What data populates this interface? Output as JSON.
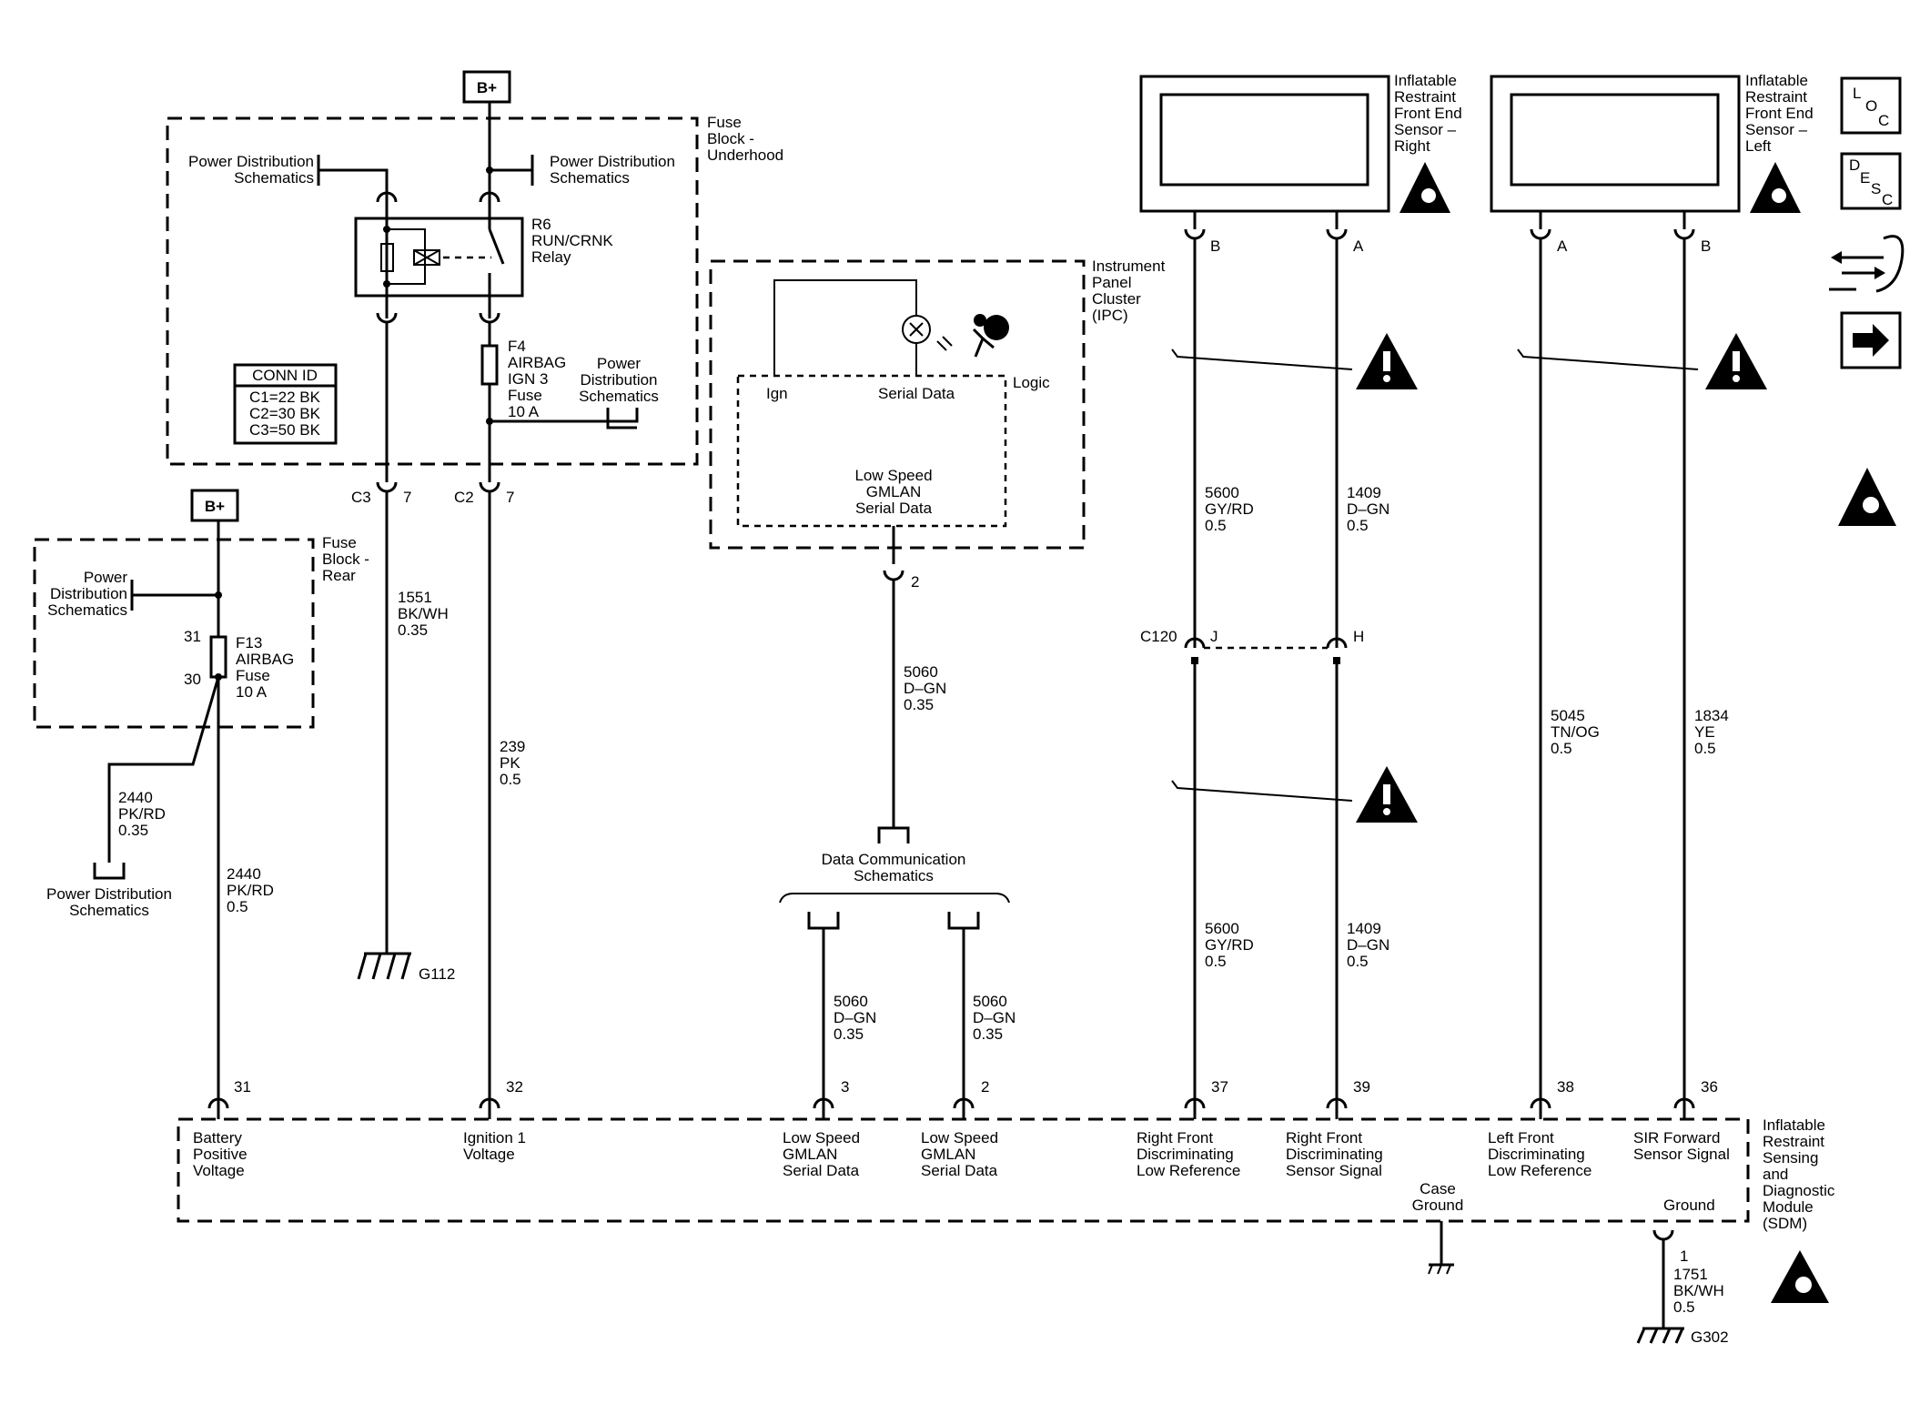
{
  "battery": {
    "label": "B+"
  },
  "fuse_block_underhood": {
    "title": [
      "Fuse",
      "Block -",
      "Underhood"
    ],
    "pds_left": [
      "Power Distribution",
      "Schematics"
    ],
    "pds_right": [
      "Power Distribution",
      "Schematics"
    ],
    "pds_lower": [
      "Power",
      "Distribution",
      "Schematics"
    ],
    "relay": [
      "R6",
      "RUN/CRNK",
      "Relay"
    ],
    "fuse": [
      "F4",
      "AIRBAG",
      "IGN 3",
      "Fuse",
      "10 A"
    ],
    "conn_id": {
      "header": "CONN ID",
      "rows": [
        "C1=22 BK",
        "C2=30 BK",
        "C3=50 BK"
      ]
    },
    "connector_c3": {
      "name": "C3",
      "pin": "7"
    },
    "connector_c2": {
      "name": "C2",
      "pin": "7"
    }
  },
  "fuse_block_rear": {
    "title": [
      "Fuse",
      "Block -",
      "Rear"
    ],
    "pds": [
      "Power",
      "Distribution",
      "Schematics"
    ],
    "fuse": [
      "F13",
      "AIRBAG",
      "Fuse",
      "10 A"
    ],
    "pin_in": "31",
    "pin_out": "30",
    "pds_bottom": [
      "Power Distribution",
      "Schematics"
    ]
  },
  "ipc": {
    "title": [
      "Instrument",
      "Panel",
      "Cluster",
      "(IPC)"
    ],
    "logic_label": "Logic",
    "ign_label": "Ign",
    "serial_label": "Serial Data",
    "module_label": [
      "Low Speed",
      "GMLAN",
      "Serial Data"
    ],
    "pin": "2"
  },
  "data_comm": {
    "label": [
      "Data Communication",
      "Schematics"
    ]
  },
  "sensor_right": {
    "title": [
      "Inflatable",
      "Restraint",
      "Front End",
      "Sensor –",
      "Right"
    ],
    "pin_b": "B",
    "pin_a": "A"
  },
  "sensor_left": {
    "title": [
      "Inflatable",
      "Restraint",
      "Front End",
      "Sensor –",
      "Left"
    ],
    "pin_a": "A",
    "pin_b": "B"
  },
  "inline_connector": {
    "name": "C120",
    "pin_j": "J",
    "pin_h": "H"
  },
  "wires": {
    "w_2440_upper": [
      "2440",
      "PK/RD",
      "0.35"
    ],
    "w_2440_lower": [
      "2440",
      "PK/RD",
      "0.5"
    ],
    "w_1551": [
      "1551",
      "BK/WH",
      "0.35"
    ],
    "w_239": [
      "239",
      "PK",
      "0.5"
    ],
    "w_5060_ipc": [
      "5060",
      "D–GN",
      "0.35"
    ],
    "w_5060_a": [
      "5060",
      "D–GN",
      "0.35"
    ],
    "w_5060_b": [
      "5060",
      "D–GN",
      "0.35"
    ],
    "w_5600_upper": [
      "5600",
      "GY/RD",
      "0.5"
    ],
    "w_1409_upper": [
      "1409",
      "D–GN",
      "0.5"
    ],
    "w_5600_lower": [
      "5600",
      "GY/RD",
      "0.5"
    ],
    "w_1409_lower": [
      "1409",
      "D–GN",
      "0.5"
    ],
    "w_5045": [
      "5045",
      "TN/OG",
      "0.5"
    ],
    "w_1834": [
      "1834",
      "YE",
      "0.5"
    ],
    "w_1751": [
      "1751",
      "BK/WH",
      "0.5"
    ]
  },
  "grounds": {
    "g112": "G112",
    "g302": "G302"
  },
  "sdm": {
    "title": [
      "Inflatable",
      "Restraint",
      "Sensing",
      "and",
      "Diagnostic",
      "Module",
      "(SDM)"
    ],
    "terminals": [
      {
        "pin": "31",
        "label": [
          "Battery",
          "Positive",
          "Voltage"
        ]
      },
      {
        "pin": "32",
        "label": [
          "Ignition 1",
          "Voltage"
        ]
      },
      {
        "pin": "3",
        "label": [
          "Low Speed",
          "GMLAN",
          "Serial Data"
        ]
      },
      {
        "pin": "2",
        "label": [
          "Low Speed",
          "GMLAN",
          "Serial Data"
        ]
      },
      {
        "pin": "37",
        "label": [
          "Right Front",
          "Discriminating",
          "Low Reference"
        ]
      },
      {
        "pin": "39",
        "label": [
          "Right Front",
          "Discriminating",
          "Sensor Signal"
        ]
      },
      {
        "pin": "38",
        "label": [
          "Left Front",
          "Discriminating",
          "Low Reference"
        ]
      },
      {
        "pin": "36",
        "label": [
          "SIR Forward",
          "Sensor Signal"
        ]
      }
    ],
    "case_ground": [
      "Case",
      "Ground"
    ],
    "ground_label": "Ground",
    "ground_pin": "1"
  },
  "nav": {
    "loc": {
      "letters": [
        "L",
        "O",
        "C"
      ],
      "icon": "loc-icon"
    },
    "desc": {
      "letters": [
        "D",
        "E",
        "S",
        "C"
      ],
      "icon": "desc-icon"
    },
    "connector_icon": "connector-icon",
    "next_icon": "arrow-right-icon"
  }
}
